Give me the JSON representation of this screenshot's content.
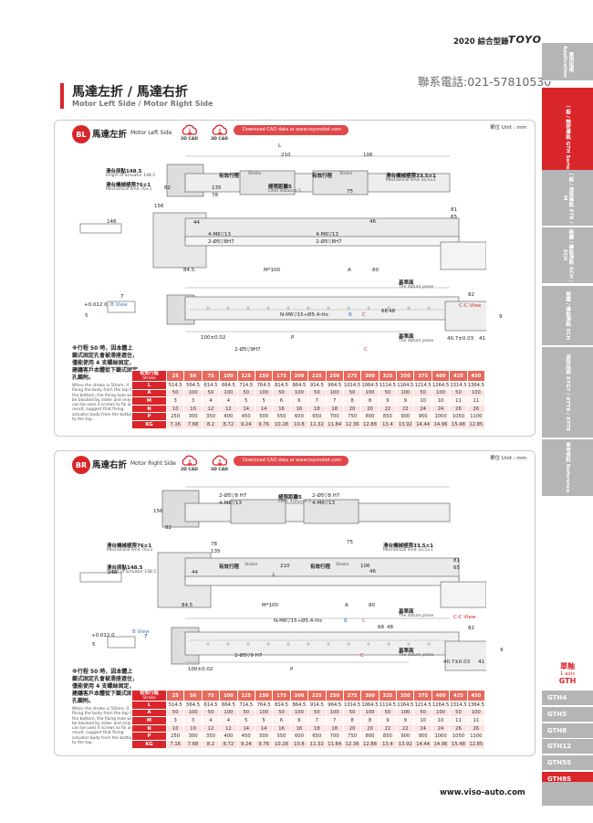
{
  "header": {
    "year_title": "2020 綜合型錄",
    "logo": "TOYO",
    "phone": "聯系電話:021-57810530"
  },
  "page_title": {
    "zh": "馬達左折 / 馬達右折",
    "en": "Motor Left Side / Motor Right Side"
  },
  "sidebar": {
    "tabs": [
      {
        "label": "應用指南 Application",
        "active": false
      },
      {
        "label": "一般 / 精密導軌 GTH Series",
        "active": true
      },
      {
        "label": "一般 / 滾珠導軌 ETB / M",
        "active": false
      },
      {
        "label": "無塵 / 導軌滑軌 GCH / ECH",
        "active": false
      },
      {
        "label": "無塵 / 導軌滑軌 ECH",
        "active": false
      },
      {
        "label": "滾珠絲桿 XYG7 / XYT8 / XYT8",
        "active": false
      },
      {
        "label": "參考資料 Reference",
        "active": false
      }
    ],
    "axis": {
      "zh": "單軸",
      "en": "1 axis",
      "code": "GTH"
    },
    "models": [
      {
        "label": "GTH4",
        "active": false
      },
      {
        "label": "GTH5",
        "active": false
      },
      {
        "label": "GTH8",
        "active": false
      },
      {
        "label": "GTH12",
        "active": false
      },
      {
        "label": "GTH5S",
        "active": false
      },
      {
        "label": "GTH8S",
        "active": true
      }
    ]
  },
  "common": {
    "cad2d": "2D CAD",
    "cad3d": "3D CAD",
    "download": "Download CAD data at www.toyorobot.com",
    "unit": "單位 Unit : mm",
    "note_zh": "※行程 50 時，因本體上鎖式固定孔會被滑座遮住，僅能使用 4 支螺絲固定，建議客戶本體從下鎖式固定孔鎖附。",
    "note_en": "When the stroke is 50mm, if fixing the body from the top to the bottom, the fixing hole will be blocked by slider and only can be uses 4 screws to fix as a result, suggest that fixing actuator body from the bottom to the top."
  },
  "sections": [
    {
      "badge": "BL",
      "zh": "馬達左折",
      "en": "Motor Left Side",
      "dims": {
        "L": "L",
        "d210": "210",
        "d106": "106",
        "d135": "135",
        "d78": "78",
        "d75": "75",
        "d82": "82",
        "d156": "156",
        "d146": "146",
        "d44": "44",
        "d46": "46",
        "d81": "81",
        "d65": "65",
        "d845": "84.5",
        "M100": "M*100",
        "A": "A",
        "d80": "80",
        "d7": "7",
        "d5": "5",
        "tol": "+0.012 0",
        "d100": "100±0.02",
        "P": "P",
        "d40": "40.7±0.03",
        "d41": "41",
        "d68": "68",
        "d48": "48",
        "d9": "9",
        "d82b": "82"
      },
      "labels": {
        "origin": "滑台原點148.5",
        "origin_en": "Origin of actuator 148.5",
        "mech_l": "滑台機械極限76±1",
        "mech_l_en": "Mechanical limit 76±1",
        "stroke1": "有效行程",
        "stroke1_en": "Stroke",
        "limit": "極限距離5",
        "limit_en": "Limit distance 5",
        "stroke2": "有效行程",
        "stroke2_en": "Stroke",
        "mech_r": "滑台機械極限33.5±1",
        "mech_r_en": "Mechanical limit 33.5±1",
        "m6a": "4-M6▽13",
        "pin_a": "2-Ø5▽8H7",
        "m6b": "4-M6▽13",
        "pin_b": "2-Ø5▽8H7",
        "datum": "基準面",
        "datum_en": "The datum plane",
        "bview": "B View",
        "ccview": "C-C View",
        "nm6": "N-M6▽15÷Ø5.4-thr.",
        "pin_c": "2-Ø5▽9H7",
        "b": "B",
        "c1": "C",
        "c2": "C",
        "datum2": "基準面",
        "datum2_en": "The datum plane"
      }
    },
    {
      "badge": "BR",
      "zh": "馬達右折",
      "en": "Motor Right Side",
      "dims": {
        "L": "L",
        "d210": "210",
        "d106": "106",
        "d135": "135",
        "d78": "78",
        "d75": "75",
        "d82": "82",
        "d156": "156",
        "d146": "146",
        "d44": "44",
        "d46": "46",
        "d81": "81",
        "d65": "65",
        "d845": "84.5",
        "M100": "M*100",
        "A": "A",
        "d80": "80",
        "d7": "7",
        "d5": "5",
        "tol": "+0.012 0",
        "d100": "100±0.02",
        "P": "P",
        "d40": "40.7±0.03",
        "d41": "41",
        "d68": "68",
        "d48": "48",
        "d9": "9",
        "d82b": "82"
      },
      "labels": {
        "origin": "滑台原點148.5",
        "origin_en": "Origin of actuator 148.5",
        "mech_l": "滑台機械極限76±1",
        "mech_l_en": "Mechanical limit 76±1",
        "stroke1": "有效行程",
        "stroke1_en": "Stroke",
        "limit": "極限距離5",
        "limit_en": "Limit distance 5",
        "stroke2": "有效行程",
        "stroke2_en": "Stroke",
        "mech_r": "滑台機械極限33.5±1",
        "mech_r_en": "Mechanical limit 33.5±1",
        "m6a": "4-M6▽13",
        "pin_a": "2-Ø5▽8 H7",
        "m6b": "4-M6▽13",
        "pin_b": "2-Ø5▽8 H7",
        "datum": "基準面",
        "datum_en": "The datum plane",
        "bview": "B View",
        "ccview": "C-C View",
        "nm6": "N-M6▽15÷Ø5.4-thr.",
        "pin_c": "2-Ø5▽9 H7",
        "b": "B",
        "c1": "C",
        "c2": "C",
        "datum2": "基準面",
        "datum2_en": "The datum plane"
      }
    }
  ],
  "table": {
    "header_zh": "有效行程",
    "header_en": "Stroke",
    "strokes": [
      "25",
      "50",
      "75",
      "100",
      "125",
      "150",
      "175",
      "200",
      "225",
      "250",
      "275",
      "300",
      "325",
      "350",
      "375",
      "400",
      "425",
      "450"
    ],
    "rows": [
      {
        "label": "L",
        "values": [
          "514.5",
          "564.5",
          "614.5",
          "664.5",
          "714.5",
          "764.5",
          "814.5",
          "864.5",
          "914.5",
          "964.5",
          "1014.5",
          "1064.5",
          "1114.5",
          "1164.5",
          "1214.5",
          "1264.5",
          "1314.5",
          "1364.5"
        ]
      },
      {
        "label": "A",
        "values": [
          "50",
          "100",
          "50",
          "100",
          "50",
          "100",
          "50",
          "100",
          "50",
          "100",
          "50",
          "100",
          "50",
          "100",
          "50",
          "100",
          "50",
          "100"
        ]
      },
      {
        "label": "M",
        "values": [
          "3",
          "3",
          "4",
          "4",
          "5",
          "5",
          "6",
          "6",
          "7",
          "7",
          "8",
          "8",
          "9",
          "9",
          "10",
          "10",
          "11",
          "11"
        ]
      },
      {
        "label": "N",
        "values": [
          "10",
          "10",
          "12",
          "12",
          "14",
          "14",
          "16",
          "16",
          "18",
          "18",
          "20",
          "20",
          "22",
          "22",
          "24",
          "24",
          "26",
          "26"
        ]
      },
      {
        "label": "P",
        "values": [
          "250",
          "300",
          "350",
          "400",
          "450",
          "500",
          "550",
          "600",
          "650",
          "700",
          "750",
          "800",
          "850",
          "900",
          "950",
          "1000",
          "1050",
          "1100"
        ]
      },
      {
        "label": "KG",
        "values": [
          "7.16",
          "7.68",
          "8.2",
          "8.72",
          "9.24",
          "9.76",
          "10.28",
          "10.8",
          "11.32",
          "11.84",
          "12.36",
          "12.88",
          "13.4",
          "13.92",
          "14.44",
          "14.96",
          "15.48",
          "12.85"
        ]
      }
    ]
  },
  "footer": {
    "url": "www.viso-auto.com"
  }
}
